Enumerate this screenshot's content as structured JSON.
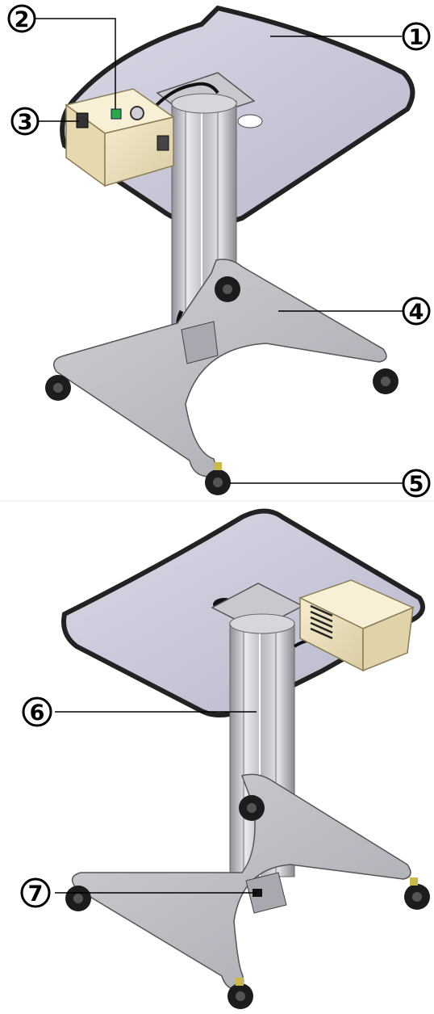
{
  "callouts": [
    {
      "id": "callout-1",
      "label": "1"
    },
    {
      "id": "callout-2",
      "label": "2"
    },
    {
      "id": "callout-3",
      "label": "3"
    },
    {
      "id": "callout-4",
      "label": "4"
    },
    {
      "id": "callout-5",
      "label": "5"
    },
    {
      "id": "callout-6",
      "label": "6"
    },
    {
      "id": "callout-7",
      "label": "7"
    }
  ],
  "colors": {
    "tabletop_surface": "#c9c9dc",
    "tabletop_edge": "#2b2b2b",
    "column_light": "#e4e4e8",
    "column_dark": "#9a9aa0",
    "base_plate": "#bdbdc4",
    "box_beige": "#efe4c2",
    "caster_black": "#1c1c1c",
    "switch_green": "#2aa84a"
  }
}
